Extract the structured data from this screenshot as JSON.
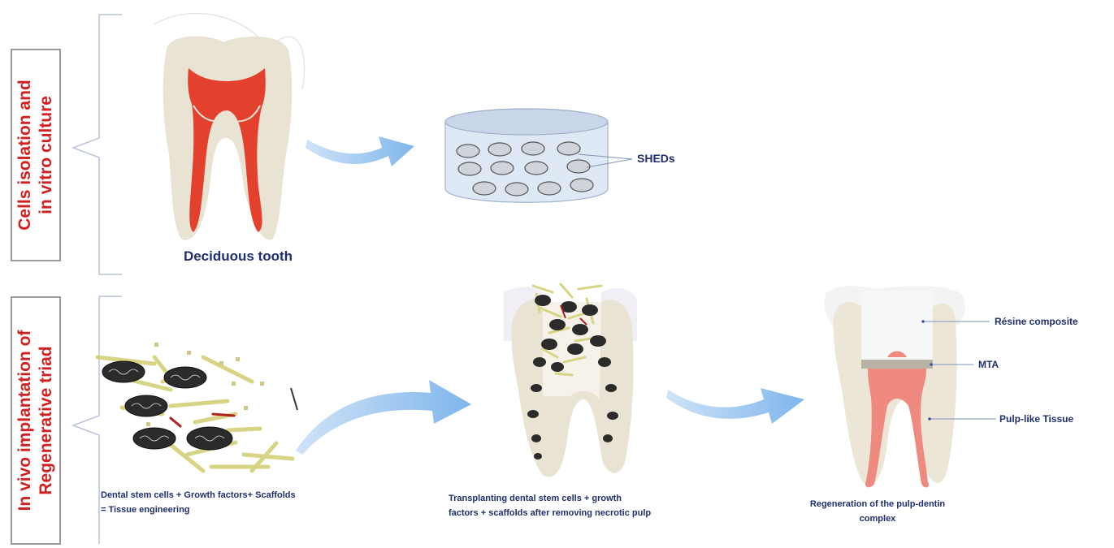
{
  "side_labels": {
    "top_line1": "Cells isolation  and",
    "top_line2": "in vitro culture",
    "bottom_line1": "In vivo implantation of",
    "bottom_line2": "Regenerative triad"
  },
  "labels": {
    "deciduous_tooth": "Deciduous tooth",
    "sheds": "SHEDs",
    "resine": "Résine composite",
    "mta": "MTA",
    "pulp_like": "Pulp-like Tissue"
  },
  "captions": {
    "triad_line1": "Dental stem cells + Growth factors+ Scaffolds",
    "triad_line2": "= Tissue engineering",
    "transplant_line1": "Transplanting dental stem cells + growth",
    "transplant_line2": "factors + scaffolds after removing necrotic pulp",
    "regen_line1": "Regeneration of the pulp-dentin",
    "regen_line2": "complex"
  },
  "colors": {
    "pulp_red": "#e3402e",
    "pulp_pink": "#ee8a80",
    "tooth_beige": "#e9e3d4",
    "arrow_blue": "#8fc0ef",
    "label_navy": "#1f2f6e",
    "side_red": "#d21f1f",
    "scaffold_yellow": "#d8d486",
    "mta_gray": "#b8b3a4"
  }
}
